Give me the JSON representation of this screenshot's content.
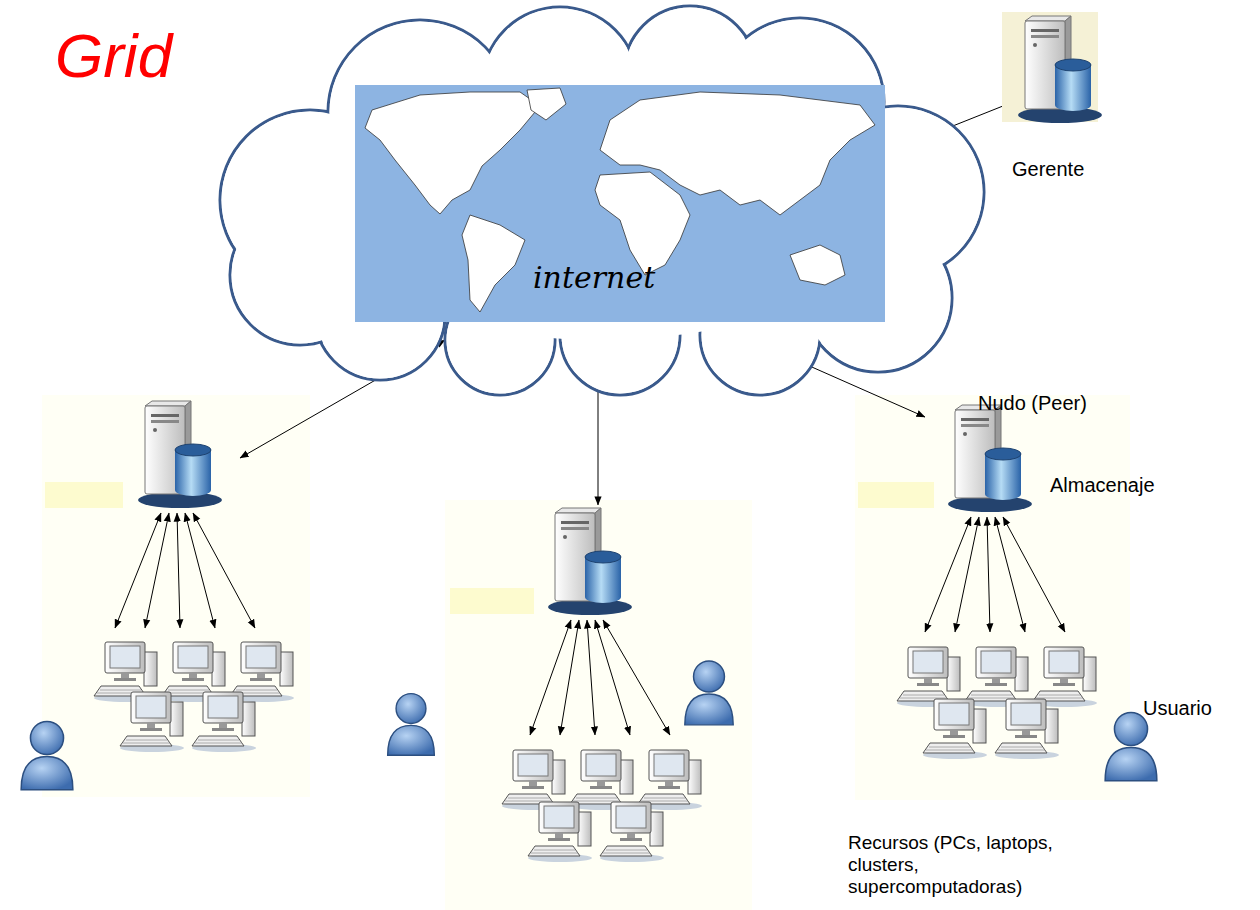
{
  "diagram": {
    "title": "Grid",
    "nodes": [
      {
        "text": [
          "internet"
        ]
      },
      {
        "text": [
          "Gerente"
        ]
      },
      {
        "text": []
      },
      {
        "text": []
      },
      {
        "text": [
          "Nudo (Peer)",
          "Almacenaje"
        ]
      },
      {
        "text": []
      },
      {
        "text": []
      },
      {
        "text": [
          "Recursos (PCs, laptops, clusters, supercomputadoras)"
        ]
      }
    ],
    "edges": [
      {
        "from": 0,
        "to": 1,
        "arrow": "both"
      },
      {
        "from": 0,
        "to": 2,
        "arrow": "both"
      },
      {
        "from": 0,
        "to": 3,
        "arrow": "both"
      },
      {
        "from": 0,
        "to": 4,
        "arrow": "both"
      },
      {
        "from": 2,
        "to": 5,
        "arrow": "both"
      },
      {
        "from": 2,
        "to": 5,
        "arrow": "both"
      },
      {
        "from": 2,
        "to": 5,
        "arrow": "both"
      },
      {
        "from": 2,
        "to": 5,
        "arrow": "both"
      },
      {
        "from": 2,
        "to": 5,
        "arrow": "both"
      },
      {
        "from": 3,
        "to": 6,
        "arrow": "both"
      },
      {
        "from": 3,
        "to": 6,
        "arrow": "both"
      },
      {
        "from": 3,
        "to": 6,
        "arrow": "both"
      },
      {
        "from": 3,
        "to": 6,
        "arrow": "both"
      },
      {
        "from": 3,
        "to": 6,
        "arrow": "both"
      },
      {
        "from": 4,
        "to": 7,
        "arrow": "both"
      },
      {
        "from": 4,
        "to": 7,
        "arrow": "both"
      },
      {
        "from": 4,
        "to": 7,
        "arrow": "both"
      },
      {
        "from": 4,
        "to": 7,
        "arrow": "both"
      },
      {
        "from": 4,
        "to": 7,
        "arrow": "both"
      }
    ],
    "labels": [
      "Usuario"
    ]
  }
}
